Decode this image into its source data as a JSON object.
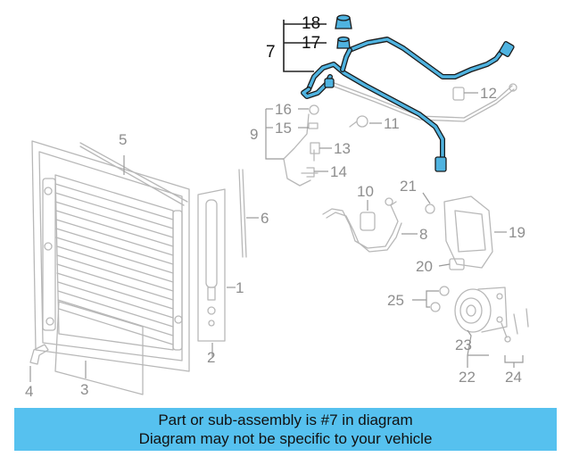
{
  "callouts": {
    "n1": "1",
    "n2": "2",
    "n3": "3",
    "n4": "4",
    "n5": "5",
    "n6": "6",
    "n7": "7",
    "n8": "8",
    "n9": "9",
    "n10": "10",
    "n11": "11",
    "n12": "12",
    "n13": "13",
    "n14": "14",
    "n15": "15",
    "n16": "16",
    "n17": "17",
    "n18": "18",
    "n19": "19",
    "n20": "20",
    "n21": "21",
    "n22": "22",
    "n23": "23",
    "n24": "24",
    "n25": "25"
  },
  "colors": {
    "highlight": "#4fb3e0",
    "banner": "#56c1ef",
    "ghost": "#b8b8b8"
  },
  "banner": {
    "line1": "Part or sub-assembly is #7 in diagram",
    "line2": "Diagram may not be specific to your vehicle"
  }
}
